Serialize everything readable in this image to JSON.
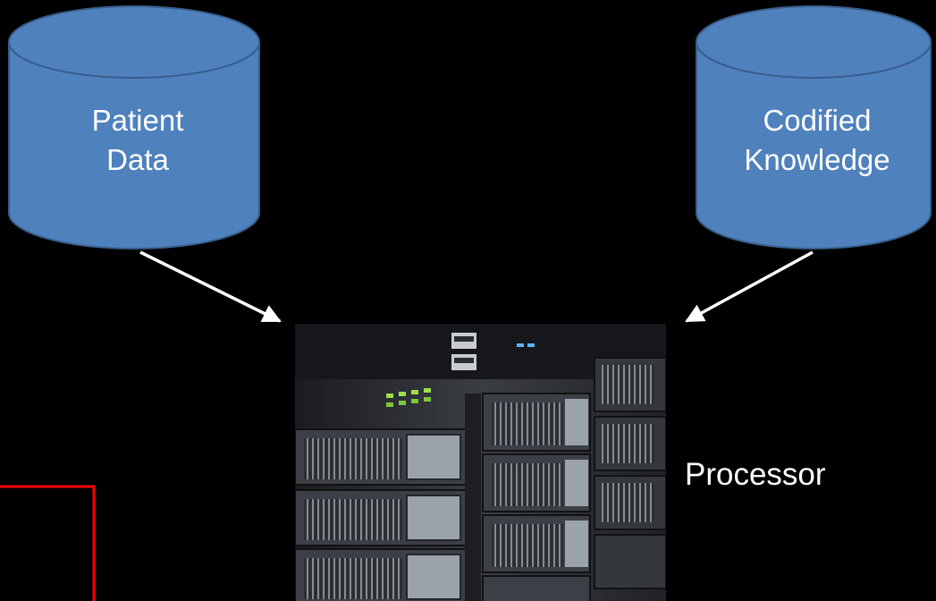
{
  "databases": {
    "patient": {
      "line1": "Patient",
      "line2": "Data"
    },
    "knowledge": {
      "line1": "Codified",
      "line2": "Knowledge"
    }
  },
  "processor": {
    "label": "Processor",
    "image": "server-rack-photo"
  },
  "colors": {
    "background": "#000000",
    "cylinder_fill": "#4f81bd",
    "cylinder_stroke": "#385d8a",
    "arrow": "#ffffff",
    "frame": "#ff0000"
  }
}
